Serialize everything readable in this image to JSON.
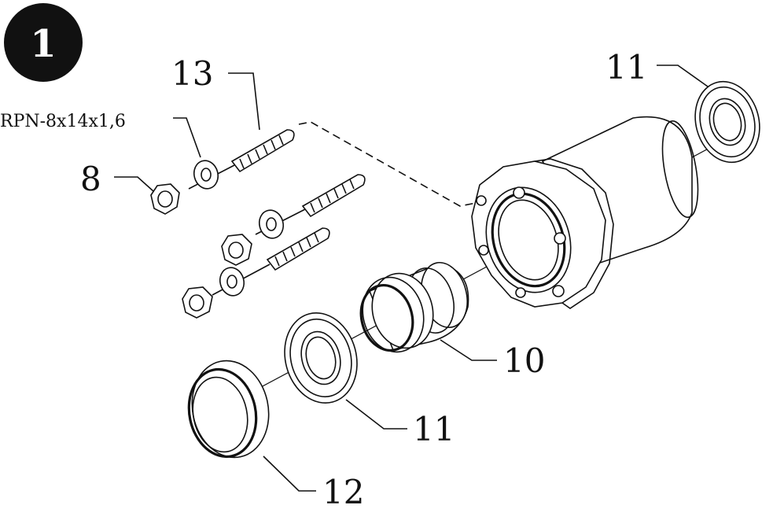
{
  "badge": {
    "number": "1",
    "color": "#111111"
  },
  "callouts": {
    "part_13": "13",
    "washer_spec": "RPN-8x14x1,6",
    "part_8": "8",
    "part_11_top": "11",
    "part_10": "10",
    "part_11_bottom": "11",
    "part_12": "12"
  }
}
